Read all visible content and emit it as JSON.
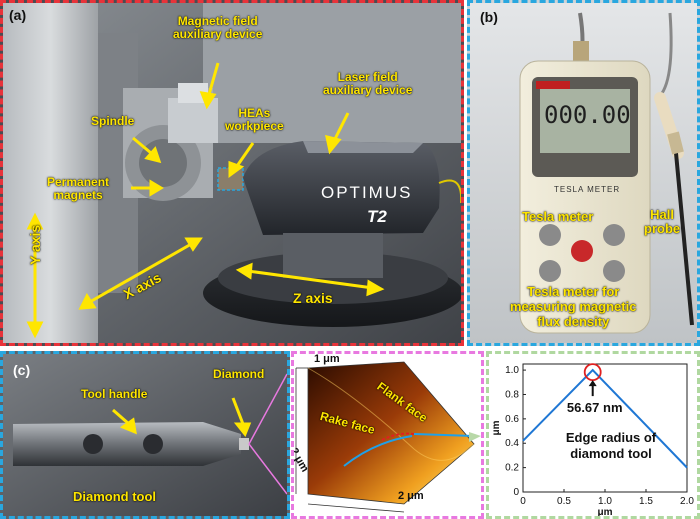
{
  "panel_a": {
    "label": "(a)",
    "annotations": {
      "magnetic_device_1": "Magnetic field",
      "magnetic_device_2": "auxiliary device",
      "laser_device_1": "Laser field",
      "laser_device_2": "auxiliary device",
      "spindle": "Spindle",
      "heas_1": "HEAs",
      "heas_2": "workpiece",
      "permanent_1": "Permanent",
      "permanent_2": "magnets",
      "y_axis": "Y axis",
      "x_axis": "X axis",
      "z_axis": "Z axis"
    },
    "machine_brand": "OPTIMUS",
    "machine_model": "T2"
  },
  "panel_b": {
    "label": "(b)",
    "annotations": {
      "tesla_meter": "Tesla meter",
      "hall_1": "Hall",
      "hall_2": "probe",
      "measure_1": "Tesla meter for",
      "measure_2": "measuring magnetic",
      "measure_3": "flux density"
    },
    "display_value": "000.00",
    "device_caption": "TESLA METER"
  },
  "panel_c": {
    "label": "(c)",
    "annotations": {
      "diamond": "Diamond",
      "tool_handle": "Tool handle",
      "diamond_tool": "Diamond tool"
    }
  },
  "panel_3d": {
    "dim_top": "1 μm",
    "dim_left": "2 μm",
    "dim_bottom": "2 μm",
    "flank_face": "Flank face",
    "rake_face": "Rake face"
  },
  "chart_data": {
    "type": "line",
    "x": [
      0,
      0.85,
      2.0
    ],
    "series": [
      {
        "values": [
          0.42,
          1.0,
          0.2
        ]
      }
    ],
    "xlim": [
      0,
      2.0
    ],
    "ylim": [
      0,
      1.05
    ],
    "xticks": [
      "0",
      "0.5",
      "1.0",
      "1.5",
      "2.0"
    ],
    "yticks": [
      "0",
      "0.2",
      "0.4",
      "0.6",
      "0.8",
      "1.0"
    ],
    "xlabel": "μm",
    "ylabel": "μm",
    "annotation_value": "56.67 nm",
    "annotation_1": "Edge radius of",
    "annotation_2": "diamond tool",
    "line_color": "#1f77d4",
    "marker_color": "#e02020"
  },
  "colors": {
    "border_a": "#e8333a",
    "border_b": "#29a7df",
    "border_c": "#29a7df",
    "border_3d": "#e879e0",
    "border_chart": "#b0d8a0",
    "annotation": "#ffe600"
  }
}
